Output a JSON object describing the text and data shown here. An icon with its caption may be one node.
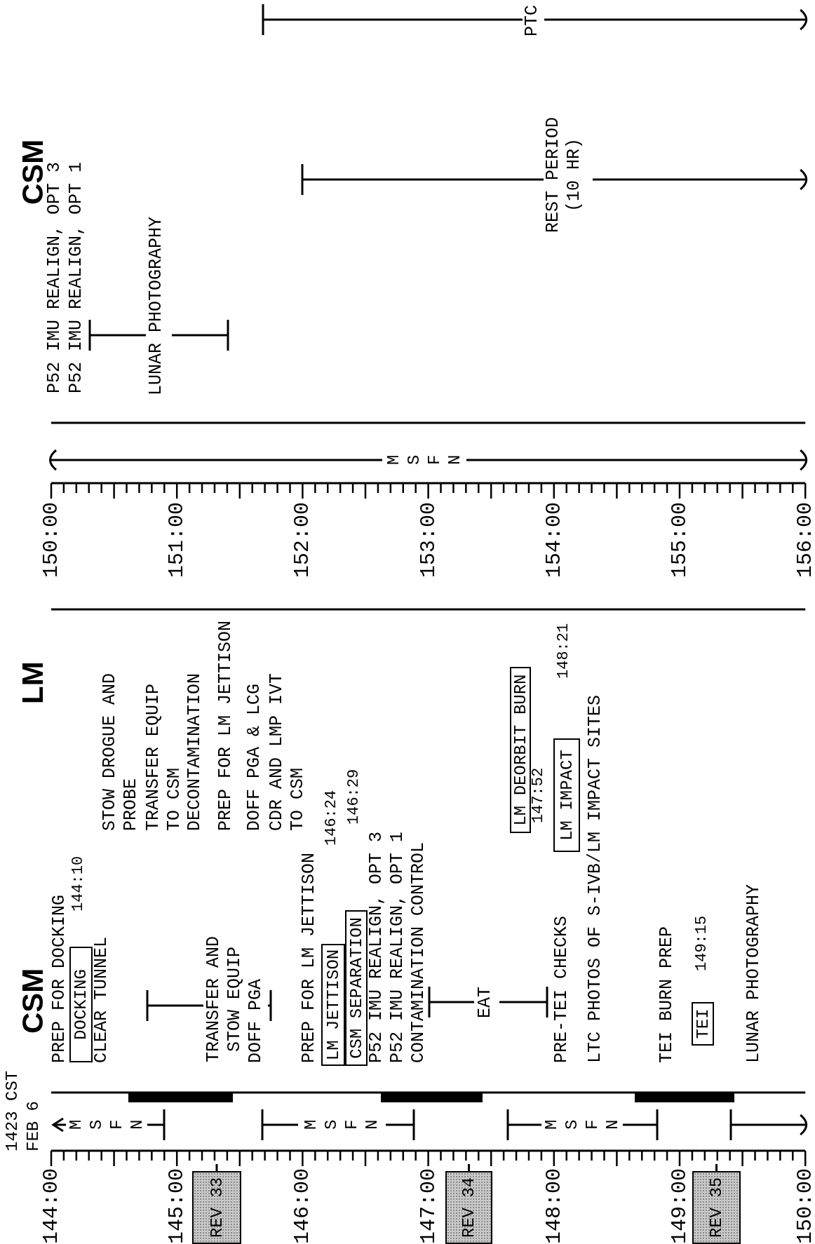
{
  "diagram": {
    "nodes": [
      {
        "text": [
          "DOCKING"
        ]
      },
      {
        "text": [
          "LM JETTISON"
        ]
      },
      {
        "text": [
          "CSM SEPARATION"
        ]
      },
      {
        "text": [
          "LM DEORBIT BURN"
        ]
      },
      {
        "text": [
          "LM IMPACT"
        ]
      },
      {
        "text": [
          "TEI"
        ]
      },
      {
        "text": [
          "REV 33"
        ]
      },
      {
        "text": [
          "REV 34"
        ]
      },
      {
        "text": [
          "REV 35"
        ]
      }
    ],
    "labels": [
      "1423 CST",
      "FEB 6",
      "CSM",
      "PREP FOR DOCKING",
      "144:10",
      "CLEAR TUNNEL",
      "TRANSFER AND STOW EQUIP",
      "DOFF PGA",
      "PREP FOR LM JETTISON",
      "146:24",
      "146:29",
      "P52 IMU REALIGN, OPT 3",
      "P52 IMU REALIGN, OPT 1",
      "CONTAMINATION CONTROL",
      "EAT",
      "147:52",
      "148:21",
      "PRE-TEI CHECKS",
      "LTC PHOTOS OF S-IVB/LM IMPACT SITES",
      "TEI BURN PREP",
      "149:15",
      "LUNAR PHOTOGRAPHY",
      "LM",
      "STOW DROGUE AND PROBE",
      "TRANSFER EQUIP TO CSM",
      "DECONTAMINATION",
      "PREP FOR LM JETTISON",
      "DOFF PGA & LCG",
      "CDR AND LMP IVT TO CSM",
      "144:00",
      "145:00",
      "146:00",
      "147:00",
      "148:00",
      "149:00",
      "150:00",
      "MSFN",
      "MSFN",
      "MSFN",
      "CSM",
      "P52 IMU REALIGN, OPT 3",
      "P52 IMU REALIGN, OPT 1",
      "LUNAR PHOTOGRAPHY",
      "REST PERIOD (10 HR)",
      "PTC",
      "150:00",
      "151:00",
      "152:00",
      "153:00",
      "154:00",
      "155:00",
      "156:00",
      "MSFN"
    ]
  }
}
